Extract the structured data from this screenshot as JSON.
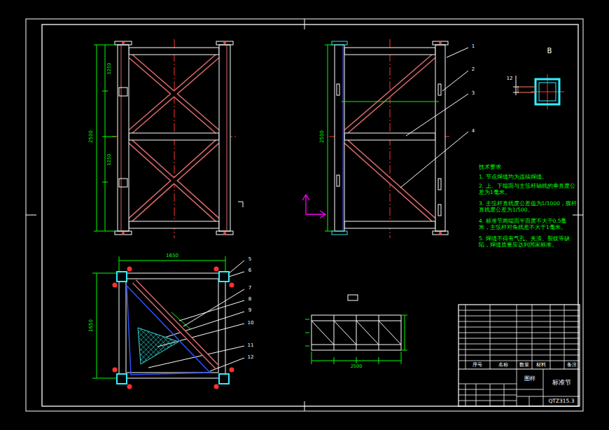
{
  "diagram": {
    "labels": [
      "B",
      "12",
      "技术要求",
      "1. 节点焊缝均为连续焊缝。",
      "2. 上、下端面与主弦杆轴线的垂直度公差为1毫米。",
      "3. 主弦杆直线度公差值为1/1000，腹杆直线度公差为1/500。",
      "4. 标准节两端面平面度不大于0.5毫米，主弦杆对角线差不大于1毫米。",
      "5. 焊缝不得有气孔、夹渣、裂纹等缺陷，焊缝质量应达到国家标准。",
      "1",
      "2",
      "3",
      "4",
      "5",
      "6",
      "7",
      "8",
      "9",
      "10",
      "11",
      "12",
      "2500",
      "1250",
      "1250",
      "1650",
      "1650",
      "2500",
      "2500",
      "序号",
      "名称",
      "数量",
      "材料",
      "备注",
      "图样",
      "标准节",
      "QTZ315.3"
    ]
  }
}
